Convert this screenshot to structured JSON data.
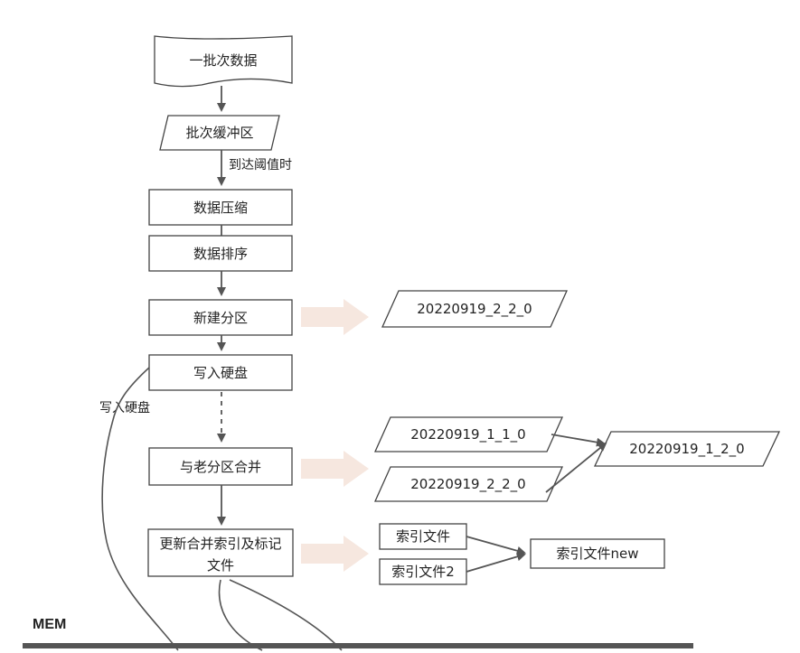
{
  "nodes": {
    "source": "一批次数据",
    "buffer": "批次缓冲区",
    "compress": "数据压缩",
    "sort": "数据排序",
    "new_partition": "新建分区",
    "write_disk": "写入硬盘",
    "merge": "与老分区合并",
    "update_index_line1": "更新合并索引及标记",
    "update_index_line2": "文件"
  },
  "edge_labels": {
    "threshold": "到达阈值时",
    "write_disk_side": "写入硬盘"
  },
  "outputs": {
    "new_partition_result": "20220919_2_2_0",
    "merge_input_a": "20220919_1_1_0",
    "merge_input_b": "20220919_2_2_0",
    "merge_result": "20220919_1_2_0",
    "index_a": "索引文件",
    "index_b": "索引文件2",
    "index_result": "索引文件new"
  },
  "footer": {
    "mem_label": "MEM"
  },
  "colors": {
    "line": "#555555",
    "big_arrow": "#f6e7df",
    "memory_bar": "#555555"
  }
}
